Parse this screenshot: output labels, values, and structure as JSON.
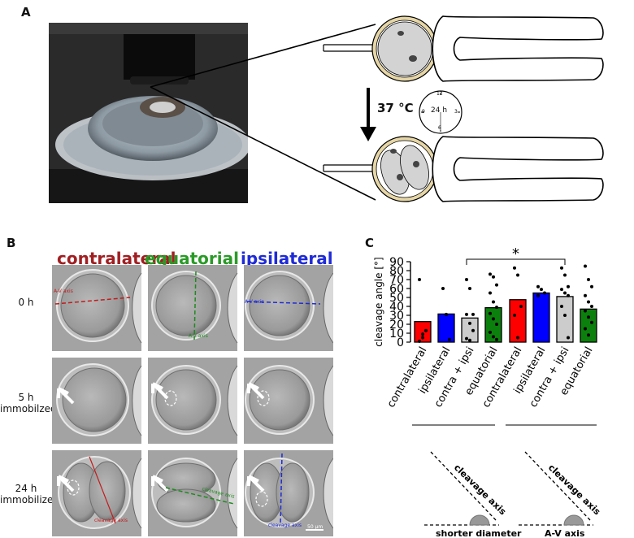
{
  "panels": {
    "a": "A",
    "b": "B",
    "c": "C"
  },
  "panelA": {
    "temperature": "37 °C",
    "clock_center": "24 h",
    "clock_numbers": [
      "12",
      "3",
      "6",
      "9"
    ]
  },
  "panelB": {
    "columns": [
      {
        "label": "contralateral",
        "color": "#a01f22"
      },
      {
        "label": "equatorial",
        "color": "#2a9a27"
      },
      {
        "label": "ipsilateral",
        "color": "#1f2bd6"
      }
    ],
    "rows": [
      {
        "line1": "0 h",
        "line2": ""
      },
      {
        "line1": "5 h",
        "line2": "immobilzed"
      },
      {
        "line1": "24 h",
        "line2": "immobilized"
      }
    ],
    "annotations": {
      "av_axis": "A-V axis",
      "cleavage_axis": "cleavage axis",
      "scale_bar": "50 µm"
    }
  },
  "chart_data": {
    "type": "bar",
    "ylabel": "cleavage angle [°]",
    "ylim": [
      0,
      90
    ],
    "yticks": [
      0,
      10,
      20,
      30,
      40,
      50,
      60,
      70,
      80,
      90
    ],
    "significance": "*",
    "groups": [
      {
        "reference": "shorter diameter",
        "schematic_label": "cleavage axis",
        "bars": [
          {
            "category": "contralateral",
            "value": 23,
            "color": "#ff0000",
            "points": [
              70,
              9,
              13,
              1,
              5
            ]
          },
          {
            "category": "ipsilateral",
            "value": 31.5,
            "color": "#0000ff",
            "points": [
              60,
              31,
              3
            ]
          },
          {
            "category": "contra + ipsi",
            "value": 27,
            "color": "#cccccc",
            "points": [
              70,
              60,
              31,
              31,
              21,
              13,
              4,
              2
            ]
          },
          {
            "category": "equatorial",
            "value": 38.5,
            "color": "#0c800c",
            "points": [
              76,
              73,
              64,
              55,
              45,
              39,
              32,
              26,
              20,
              11,
              6,
              3
            ]
          }
        ]
      },
      {
        "reference": "A-V axis",
        "schematic_label": "cleavage axis",
        "bars": [
          {
            "category": "contralateral",
            "value": 47.5,
            "color": "#ff0000",
            "points": [
              83,
              75,
              40,
              30,
              5
            ]
          },
          {
            "category": "ipsilateral",
            "value": 55,
            "color": "#0000ff",
            "points": [
              62,
              59,
              55,
              52
            ]
          },
          {
            "category": "contra + ipsi",
            "value": 51,
            "color": "#cccccc",
            "points": [
              83,
              75,
              62,
              59,
              55,
              52,
              40,
              30,
              5
            ]
          },
          {
            "category": "equatorial",
            "value": 37,
            "color": "#0c800c",
            "points": [
              85,
              70,
              62,
              52,
              45,
              40,
              35,
              28,
              22,
              15,
              8
            ]
          }
        ]
      }
    ]
  }
}
